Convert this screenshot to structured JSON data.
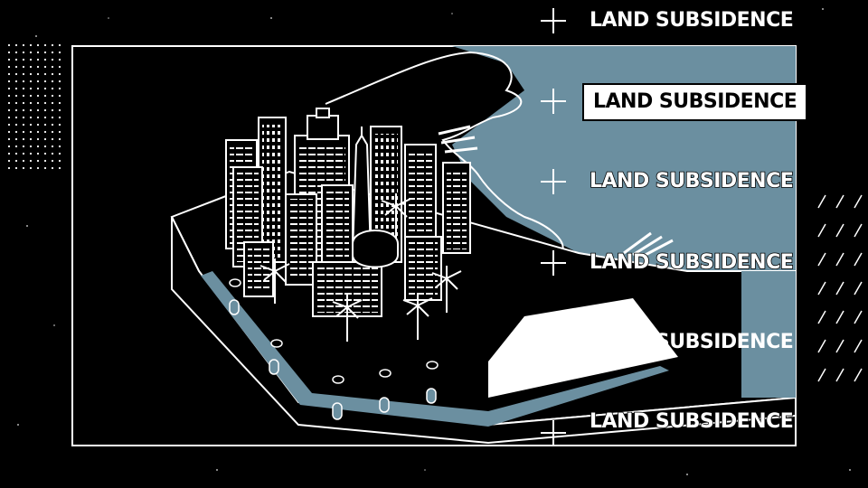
{
  "topic_labels": [
    {
      "text": "LAND SUBSIDENCE",
      "style": "outline"
    },
    {
      "text": "LAND SUBSIDENCE",
      "style": "highlighted"
    },
    {
      "text": "LAND SUBSIDENCE",
      "style": "outline"
    },
    {
      "text": "LAND SUBSIDENCE",
      "style": "outline"
    },
    {
      "text": "LAND SUBSIDENCE",
      "style": "solid"
    },
    {
      "text": "LAND SUBSIDENCE",
      "style": "outline"
    }
  ],
  "illustration": {
    "subject": "isometric city block with skyscrapers and palm trees sinking into groundwater, coastline with water",
    "colors": {
      "background": "#000000",
      "water": "#6b8fa0",
      "line": "#ffffff",
      "groundwater": "#6b8fa0"
    }
  }
}
